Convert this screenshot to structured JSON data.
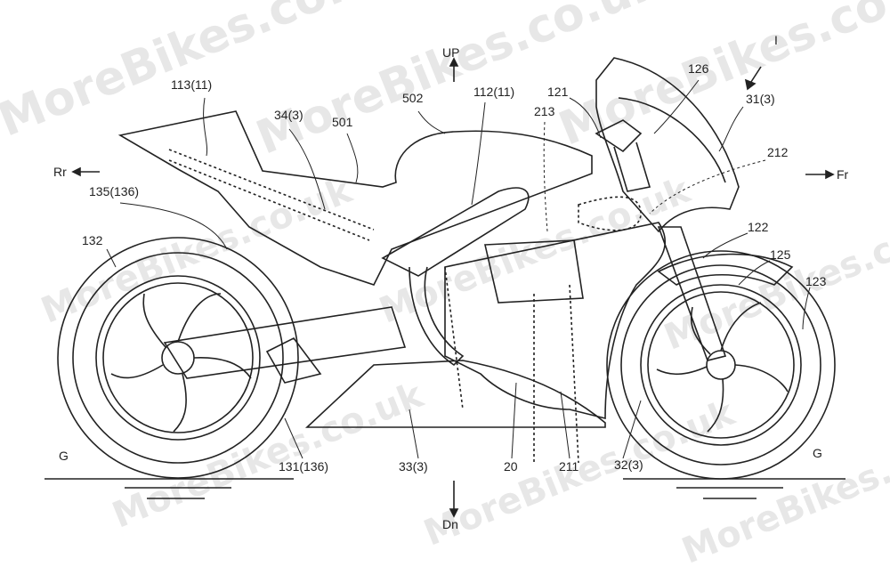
{
  "figure": {
    "directions": {
      "up": "UP",
      "down": "Dn",
      "rear": "Rr",
      "front": "Fr"
    },
    "reference_mark": "I",
    "ground": {
      "rear": "G",
      "front": "G"
    },
    "labels": {
      "l113": "113(11)",
      "l34": "34(3)",
      "l501": "501",
      "l502": "502",
      "l112": "112(11)",
      "l213": "213",
      "l121": "121",
      "l126": "126",
      "l31": "31(3)",
      "l212": "212",
      "l135": "135(136)",
      "l132": "132",
      "l122": "122",
      "l125": "125",
      "l123": "123",
      "l131": "131(136)",
      "l33": "33(3)",
      "l20": "20",
      "l211": "211",
      "l32": "32(3)"
    }
  },
  "watermark": "MoreBikes.co.uk"
}
